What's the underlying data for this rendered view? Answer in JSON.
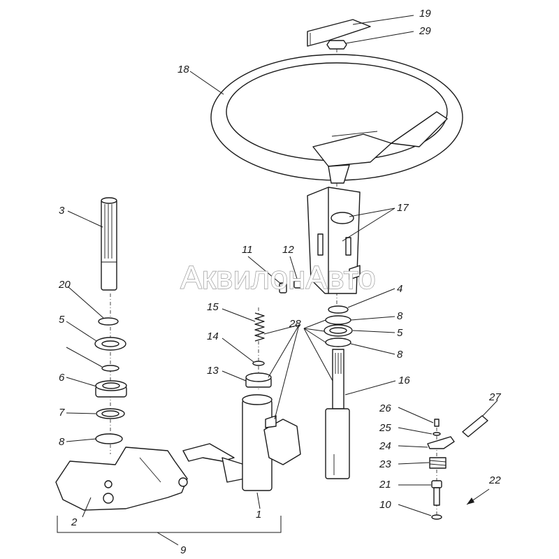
{
  "watermark": "АквилонАвто",
  "labels": {
    "l1": "1",
    "l2": "2",
    "l3": "3",
    "l4": "4",
    "l5a": "5",
    "l5b": "5",
    "l6": "6",
    "l7": "7",
    "l8a": "8",
    "l8b": "8",
    "l8c": "8",
    "l9": "9",
    "l10": "10",
    "l11": "11",
    "l12": "12",
    "l13": "13",
    "l14": "14",
    "l15": "15",
    "l16": "16",
    "l17": "17",
    "l18": "18",
    "l19": "19",
    "l20": "20",
    "l21": "21",
    "l22": "22",
    "l23": "23",
    "l24": "24",
    "l25": "25",
    "l26": "26",
    "l27": "27",
    "l28": "28",
    "l29": "29"
  }
}
